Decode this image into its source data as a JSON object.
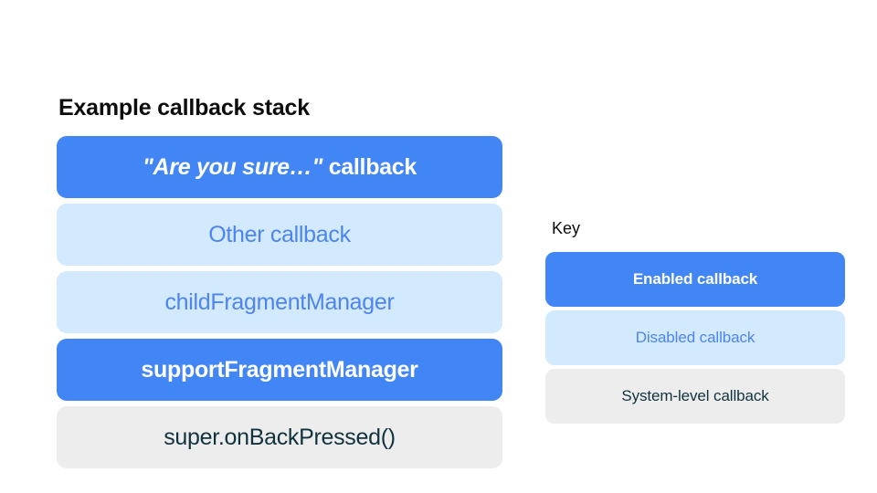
{
  "stack": {
    "title": "Example callback stack",
    "cards": [
      {
        "label": "\"Are you sure…\" callback",
        "quoted_part": "\"Are you sure…\"",
        "plain_part": " callback",
        "state": "enabled"
      },
      {
        "label": "Other callback",
        "state": "disabled"
      },
      {
        "label": "childFragmentManager",
        "state": "disabled"
      },
      {
        "label": "supportFragmentManager",
        "state": "enabled"
      },
      {
        "label": "super.onBackPressed()",
        "state": "system"
      }
    ]
  },
  "key": {
    "title": "Key",
    "items": [
      {
        "label": "Enabled callback",
        "state": "enabled"
      },
      {
        "label": "Disabled callback",
        "state": "disabled"
      },
      {
        "label": "System-level callback",
        "state": "system"
      }
    ]
  },
  "colors": {
    "background": "#ffffff",
    "enabled_fill": "#4285f4",
    "enabled_text": "#ffffff",
    "disabled_fill": "#d3e9fd",
    "disabled_text": "#4c84f0",
    "system_fill": "#ededed",
    "system_text": "#11323f",
    "heading_text": "#0d0d0d"
  }
}
